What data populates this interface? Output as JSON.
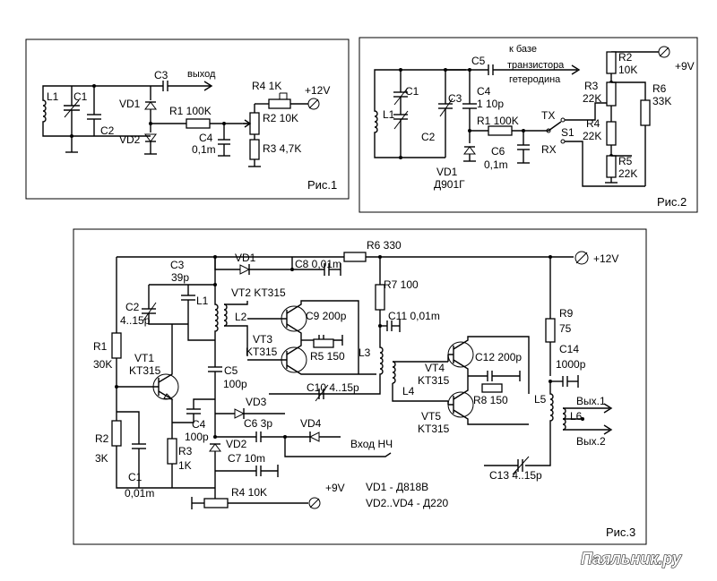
{
  "fig1": {
    "caption": "Рис.1",
    "labels": {
      "L1": "L1",
      "C1": "C1",
      "C2": "C2",
      "C3": "C3",
      "output": "выход",
      "VD1": "VD1",
      "VD2": "VD2",
      "R1": "R1 100K",
      "C4": "C4",
      "C4v": "0,1m",
      "R4": "R4 1K",
      "supply": "+12V",
      "R2": "R2 10K",
      "R3": "R3 4,7K"
    }
  },
  "fig2": {
    "caption": "Рис.2",
    "labels": {
      "L1": "L1",
      "C1": "C1",
      "C2": "C2",
      "C3": "C3",
      "C5": "C5",
      "note1": "к базе",
      "note2": "транзистора",
      "note3": "гетеродина",
      "C4": "C4",
      "C4v": "1  10p",
      "R1": "R1 100K",
      "C6": "C6",
      "C6v": "0,1m",
      "VD1": "VD1",
      "VD1t": "Д901Г",
      "TX": "TX",
      "RX": "RX",
      "S1": "S1",
      "R2": "R2",
      "R2v": "10K",
      "R3": "R3",
      "R3v": "22K",
      "R4": "R4",
      "R4v": "22K",
      "R5": "R5",
      "R5v": "22K",
      "R6": "R6",
      "R6v": "33K",
      "supply": "+9V"
    }
  },
  "fig3": {
    "caption": "Рис.3",
    "labels": {
      "R6": "R6 330",
      "supply12": "+12V",
      "VD1": "VD1",
      "C8": "C8 0,01m",
      "C3": "C3",
      "C3v": "39p",
      "C2": "C2",
      "C2v": "4..15p",
      "L1": "L1",
      "VT2": "VT2 KT315",
      "L2": "L2",
      "C9": "C9 200p",
      "VT3": "VT3",
      "VT3t": "KT315",
      "R5": "R5 150",
      "R7": "R7 100",
      "C11": "C11 0,01m",
      "L3": "L3",
      "R1": "R1",
      "R1v": "30K",
      "VT1": "VT1",
      "VT1t": "KT315",
      "C5": "C5",
      "C5v": "100p",
      "C10": "C10 4..15p",
      "L4": "L4",
      "VT4": "VT4",
      "VT4t": "KT315",
      "C12": "C12 200p",
      "R8": "R8 150",
      "VT5": "VT5",
      "VT5t": "KT315",
      "R9": "R9",
      "R9v": "75",
      "C14": "C14",
      "C14v": "1000p",
      "L5": "L5",
      "L6": "L6",
      "out1": "Вых.1",
      "out2": "Вых.2",
      "VD3": "VD3",
      "C6": "C6 3p",
      "VD4": "VD4",
      "C4": "C4",
      "C4v": "100p",
      "VD2": "VD2",
      "C7": "C7 10m",
      "inputLF": "Вход НЧ",
      "R2": "R2",
      "R2v": "3K",
      "R3": "R3",
      "R3v": "1K",
      "C1": "C1",
      "C1v": "0,01m",
      "R4": "R4 10K",
      "supply9": "+9V",
      "C13": "C13 4..15p",
      "note1": "VD1 - Д818В",
      "note2": "VD2..VD4 - Д220"
    }
  },
  "watermark": "Паяльник.ру"
}
